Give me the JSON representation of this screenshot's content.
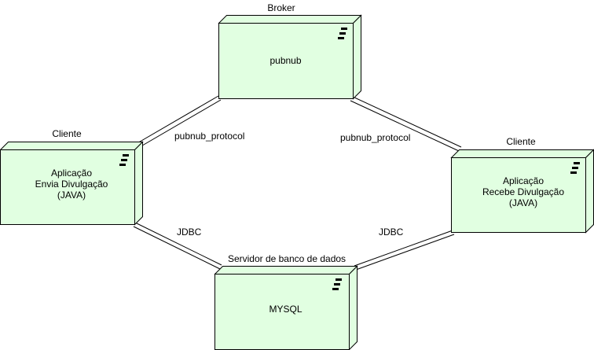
{
  "colors": {
    "node_fill": "#e1ffe1",
    "node_stroke": "#000000",
    "background": "#ffffff"
  },
  "nodes": {
    "broker": {
      "stereotype": "Broker",
      "label": "pubnub",
      "icon": "component-icon"
    },
    "client_send": {
      "stereotype": "Cliente",
      "label": "Aplicação\nEnvia Divulgação\n(JAVA)",
      "icon": "component-icon"
    },
    "client_receive": {
      "stereotype": "Cliente",
      "label": "Aplicação\nRecebe Divulgação\n(JAVA)",
      "icon": "component-icon"
    },
    "database": {
      "stereotype": "Servidor de banco de dados",
      "label": "MYSQL",
      "icon": "component-icon"
    }
  },
  "connections": {
    "broker_to_send": "pubnub_protocol",
    "broker_to_receive": "pubnub_protocol",
    "send_to_db": "JDBC",
    "receive_to_db": "JDBC"
  }
}
